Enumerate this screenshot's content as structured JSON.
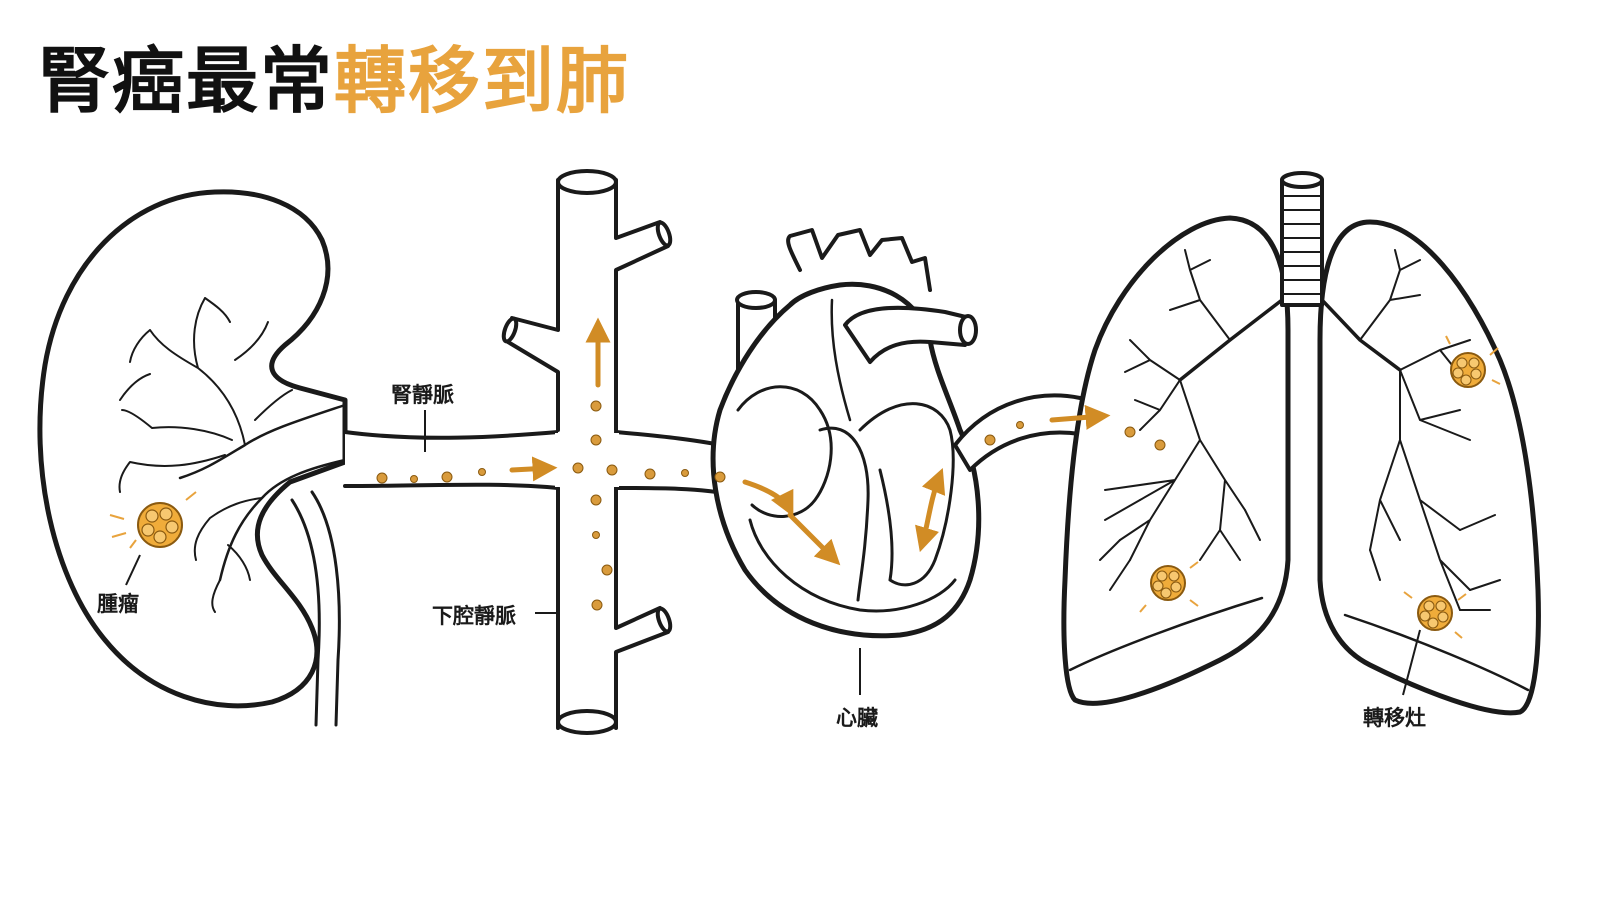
{
  "title": {
    "part1": "腎癌最常",
    "part2": "轉移到肺"
  },
  "labels": {
    "renal_vein": "腎靜脈",
    "tumor": "腫瘤",
    "ivc": "下腔靜脈",
    "heart": "心臟",
    "metastasis": "轉移灶"
  },
  "colors": {
    "accent": "#e8a33d",
    "tumor_fill": "#f0ac3a",
    "dot": "#d99b3c",
    "arrow": "#d18c25",
    "outline": "#1a1a1a"
  }
}
